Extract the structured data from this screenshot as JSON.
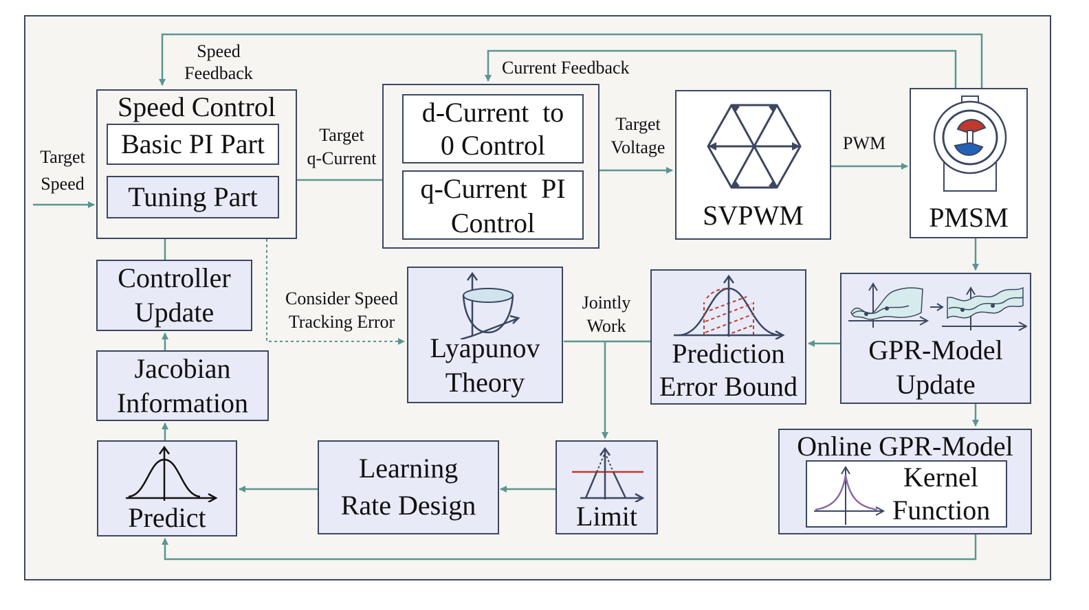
{
  "colors": {
    "border": "#3b4660",
    "box_fill": "#e8eaf7",
    "background": "#f6f5f2",
    "arrow": "#5b958f",
    "red": "#c0392b",
    "purple": "#8b6aa8"
  },
  "labels": {
    "speed_feedback": [
      "Speed",
      "Feedback"
    ],
    "current_feedback": "Current Feedback",
    "target_speed": [
      "Target",
      "Speed"
    ],
    "target_q_current": [
      "Target",
      "q-Current"
    ],
    "target_voltage": [
      "Target",
      "Voltage"
    ],
    "pwm": "PWM",
    "consider_speed": [
      "Consider Speed",
      "Tracking Error"
    ],
    "jointly_work": [
      "Jointly",
      "Work"
    ]
  },
  "blocks": {
    "speed_control": {
      "title": "Speed Control",
      "basic_pi": "Basic PI Part",
      "tuning": "Tuning Part"
    },
    "current_control": {
      "d_current": [
        "d-Current  to",
        "0 Control"
      ],
      "q_current": [
        "q-Current  PI",
        "Control"
      ]
    },
    "svpwm": "SVPWM",
    "pmsm": "PMSM",
    "controller_update": [
      "Controller",
      "Update"
    ],
    "jacobian": [
      "Jacobian",
      "Information"
    ],
    "lyapunov": [
      "Lyapunov",
      "Theory"
    ],
    "prediction_error": [
      "Prediction",
      "Error Bound"
    ],
    "gpr_update": [
      "GPR-Model",
      "Update"
    ],
    "online_gpr": {
      "title": "Online GPR-Model",
      "kernel": [
        "Kernel",
        "Function"
      ]
    },
    "predict": "Predict",
    "learning_rate": [
      "Learning",
      "Rate Design"
    ],
    "limit": "Limit"
  },
  "icons": [
    "hexagon-icon",
    "motor-icon",
    "paraboloid-icon",
    "bell-curve-icon",
    "gpr-curves-icon",
    "kernel-peak-icon",
    "predict-bell-icon",
    "limit-triangle-icon"
  ]
}
